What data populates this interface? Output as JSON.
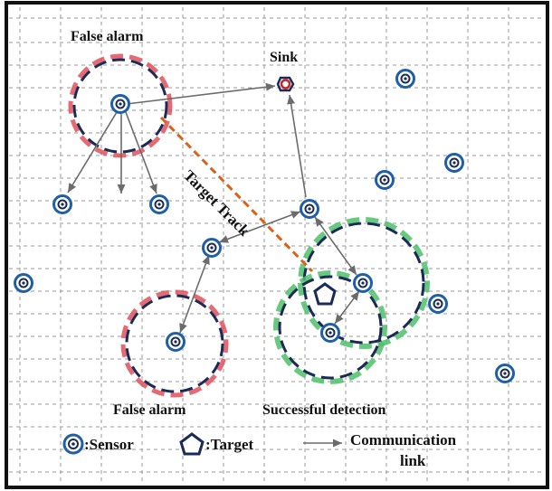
{
  "labels": {
    "false_alarm_top": "False alarm",
    "sink": "Sink",
    "target_track": "Target Track",
    "false_alarm_bottom": "False alarm",
    "successful_detection": "Successful detection"
  },
  "legend": {
    "sensor": ":Sensor",
    "target": ":Target",
    "link_line1": "Communication",
    "link_line2": "link"
  },
  "colors": {
    "sensor_blue": "#1f5fa8",
    "false_alarm_red": "#e0505a",
    "success_green": "#4fbf6a",
    "ring_navy": "#1c2b55",
    "track_orange": "#d8621a",
    "sink_red": "#c0282a",
    "arrow_gray": "#6b6b6b",
    "grid": "#9a9a9a"
  },
  "icons": {
    "sensor": "sensor-icon",
    "target": "target-pentagon-icon",
    "sink": "sink-hexagon-icon",
    "link": "arrow-icon"
  }
}
